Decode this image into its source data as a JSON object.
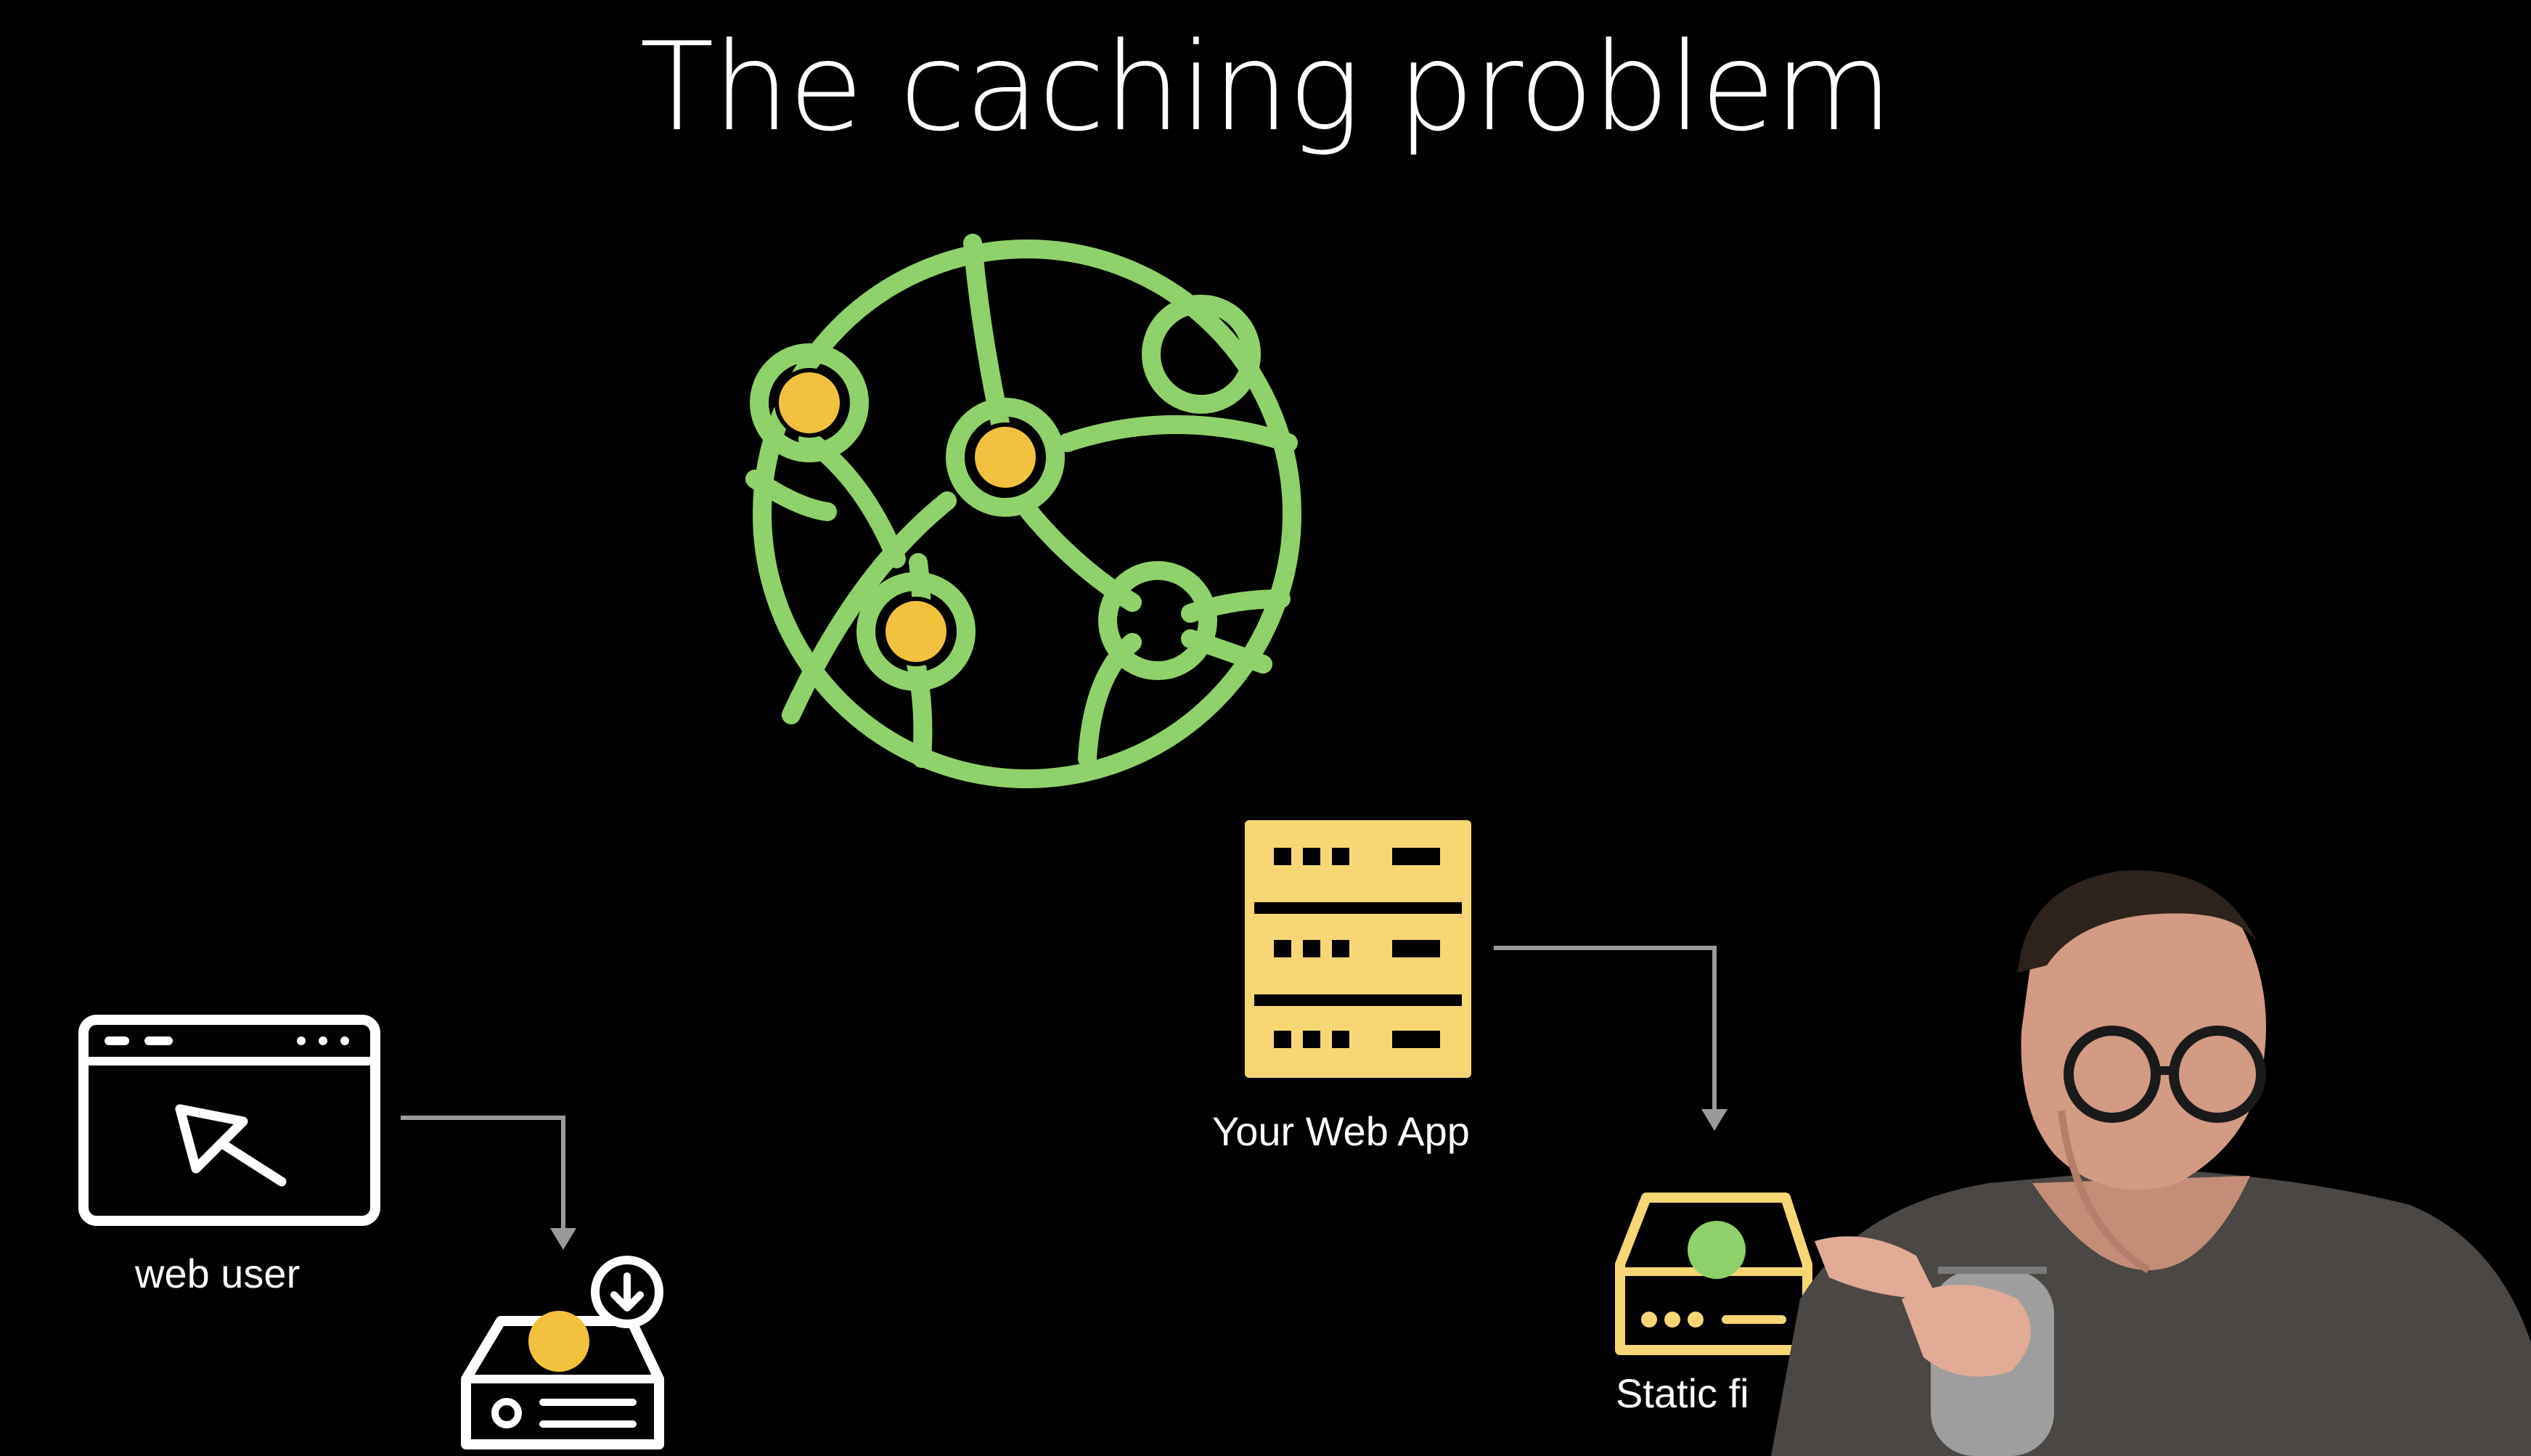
{
  "slide": {
    "title": "The caching problem"
  },
  "nodes": {
    "web_user": {
      "label": "web user",
      "icon": "browser-window-icon"
    },
    "web_app": {
      "label": "Your Web App",
      "icon": "server-rack-icon"
    },
    "static_files": {
      "label": "Static fi",
      "icon": "storage-drive-icon"
    },
    "user_cache": {
      "icon": "download-drive-icon"
    },
    "cdn": {
      "icon": "cdn-globe-icon"
    }
  },
  "colors": {
    "background": "#000000",
    "globe_green": "#8fd16b",
    "node_yellow": "#f2c13e",
    "server_yellow": "#f7d774",
    "arrow_gray": "#9a9a9a",
    "static_green": "#8fd16b",
    "text": "#ffffff"
  }
}
